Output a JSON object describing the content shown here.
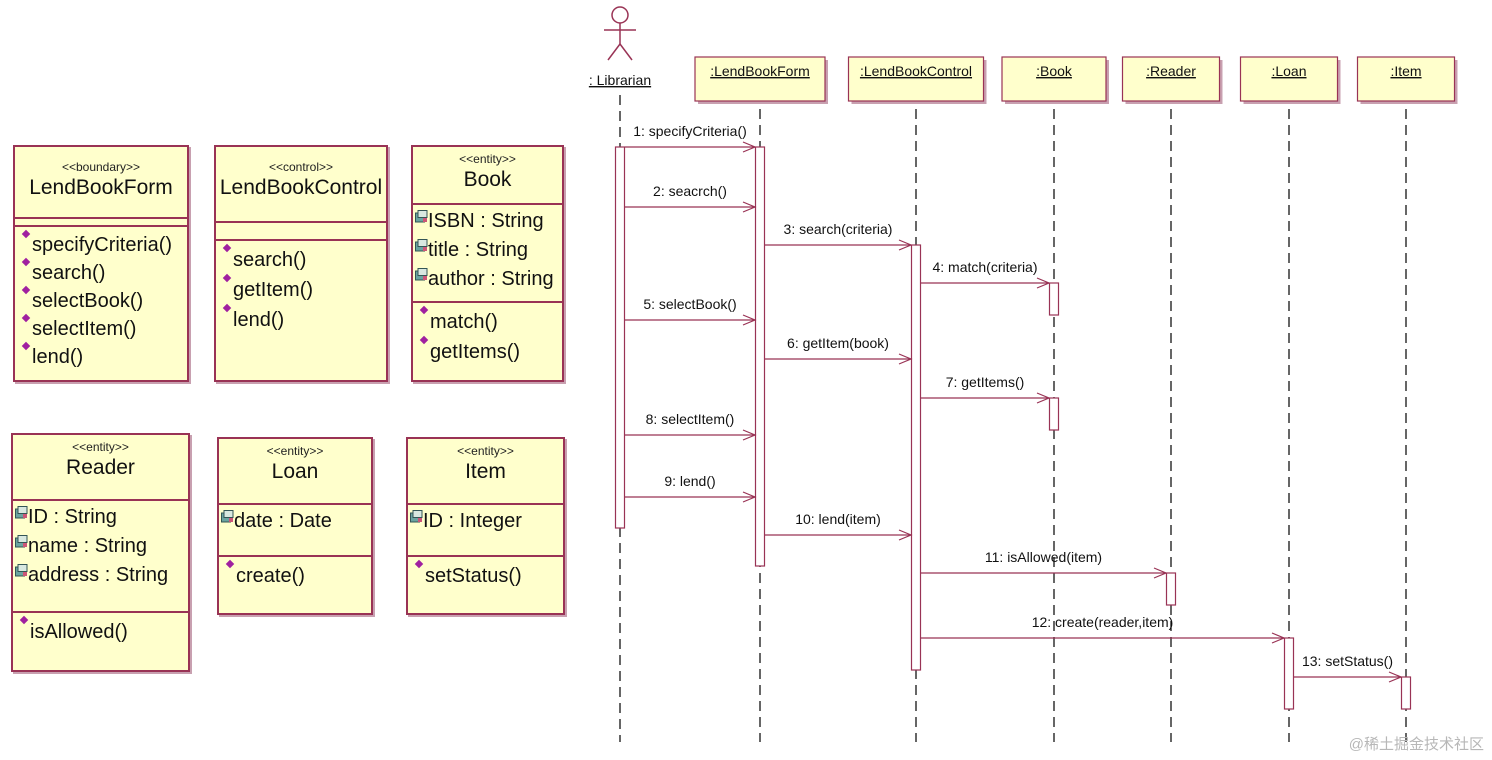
{
  "classes": [
    {
      "stereotype": "<<boundary>>",
      "name": "LendBookForm",
      "attributes": [],
      "operations": [
        "specifyCriteria()",
        "search()",
        "selectBook()",
        "selectItem()",
        "lend()"
      ]
    },
    {
      "stereotype": "<<control>>",
      "name": "LendBookControl",
      "attributes": [],
      "operations": [
        "search()",
        "getItem()",
        "lend()"
      ]
    },
    {
      "stereotype": "<<entity>>",
      "name": "Book",
      "attributes": [
        "ISBN : String",
        "title : String",
        "author : String"
      ],
      "operations": [
        "match()",
        "getItems()"
      ]
    },
    {
      "stereotype": "<<entity>>",
      "name": "Reader",
      "attributes": [
        "ID : String",
        "name : String",
        "address : String"
      ],
      "operations": [
        "isAllowed()"
      ]
    },
    {
      "stereotype": "<<entity>>",
      "name": "Loan",
      "attributes": [
        "date : Date"
      ],
      "operations": [
        "create()"
      ]
    },
    {
      "stereotype": "<<entity>>",
      "name": "Item",
      "attributes": [
        "ID : Integer"
      ],
      "operations": [
        "setStatus()"
      ]
    }
  ],
  "actor": {
    "label": ": Librarian"
  },
  "lifelines": [
    ":LendBookForm",
    ":LendBookControl",
    ":Book",
    ":Reader",
    ":Loan",
    ":Item"
  ],
  "messages": [
    {
      "label": "1: specifyCriteria()",
      "from": 0,
      "to": 1
    },
    {
      "label": "2: seacrch()",
      "from": 0,
      "to": 1
    },
    {
      "label": "3: search(criteria)",
      "from": 1,
      "to": 2
    },
    {
      "label": "4: match(criteria)",
      "from": 2,
      "to": 3
    },
    {
      "label": "5: selectBook()",
      "from": 0,
      "to": 1
    },
    {
      "label": "6: getItem(book)",
      "from": 1,
      "to": 2
    },
    {
      "label": "7: getItems()",
      "from": 2,
      "to": 3
    },
    {
      "label": "8: selectItem()",
      "from": 0,
      "to": 1
    },
    {
      "label": "9: lend()",
      "from": 0,
      "to": 1
    },
    {
      "label": "10: lend(item)",
      "from": 1,
      "to": 2
    },
    {
      "label": "11: isAllowed(item)",
      "from": 2,
      "to": 4
    },
    {
      "label": "12: create(reader,item)",
      "from": 2,
      "to": 5
    },
    {
      "label": "13: setStatus()",
      "from": 5,
      "to": 6
    }
  ],
  "watermark": "@稀土掘金技术社区",
  "colors": {
    "box_fill": "#ffffcc",
    "border": "#993355",
    "arrow": "#993355"
  }
}
